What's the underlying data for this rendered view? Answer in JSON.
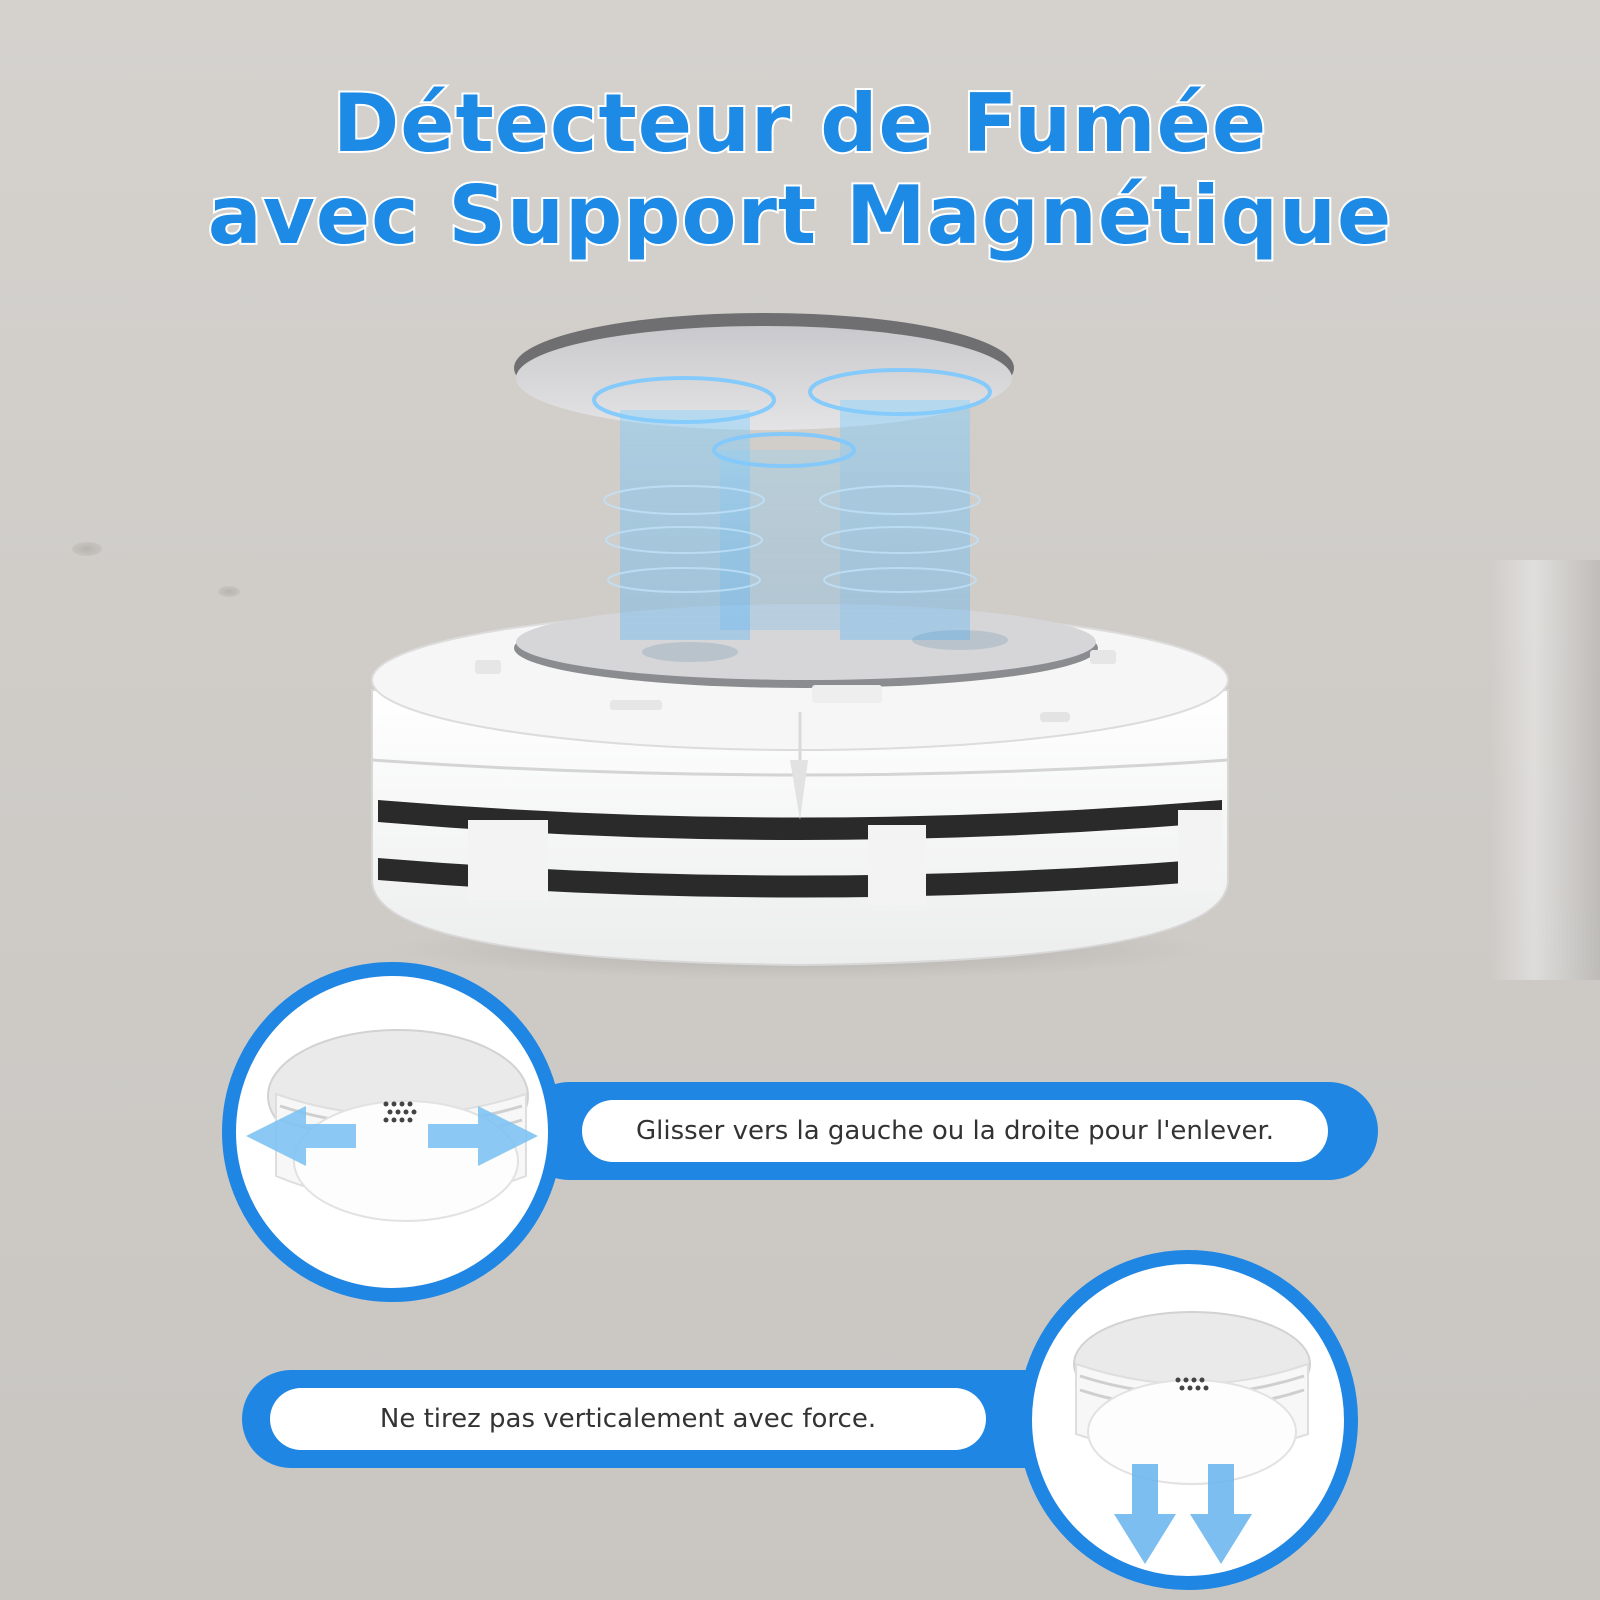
{
  "title": {
    "line1": "Détecteur de Fumée",
    "line2": "avec Support Magnétique"
  },
  "callouts": [
    {
      "text": "Glisser vers la gauche ou la droite pour l'enlever.",
      "arrow_direction": "horizontal"
    },
    {
      "text": "Ne tirez pas verticalement avec force.",
      "arrow_direction": "down"
    }
  ],
  "colors": {
    "accent": "#1f86e3",
    "title": "#1d8ae6",
    "background": "#d0cdc9",
    "text": "#333333"
  }
}
